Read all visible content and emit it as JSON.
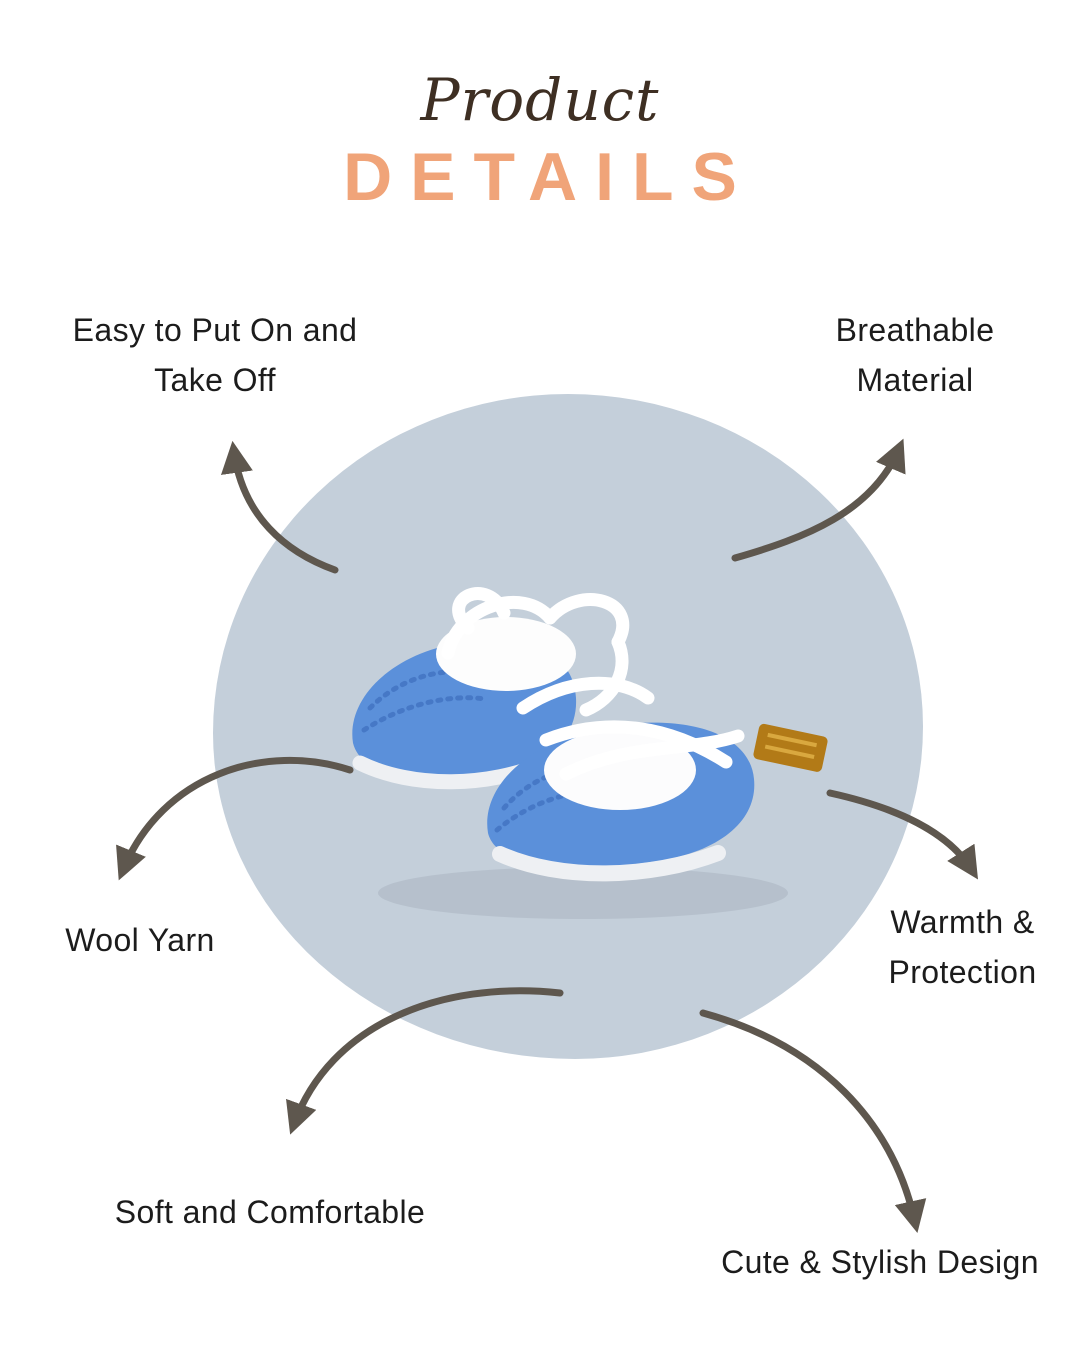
{
  "header": {
    "script_word": "Product",
    "main_word": "DETAILS"
  },
  "features": {
    "top_left": {
      "line1": "Easy to Put On and",
      "line2": "Take Off"
    },
    "top_right": {
      "line1": "Breathable",
      "line2": "Material"
    },
    "mid_left": {
      "line1": "Wool Yarn",
      "line2": ""
    },
    "mid_right": {
      "line1": "Warmth &",
      "line2": "Protection"
    },
    "bottom_left": {
      "line1": "Soft and Comfortable",
      "line2": ""
    },
    "bottom_right": {
      "line1": "Cute & Stylish Design",
      "line2": ""
    }
  },
  "product_image": {
    "description": "Blue crochet baby booties with white laces and small gold tag"
  },
  "colors": {
    "title_brown": "#3e2f23",
    "accent_orange": "#f0a479",
    "circle_blue_gray": "#c4cfda",
    "arrow_gray": "#5e574e",
    "label_black": "#1c1c1c",
    "shoe_blue": "#5b90da",
    "shoe_blue_dark": "#4678c6",
    "lace_white": "#ffffff",
    "tag_gold": "#b27a17"
  }
}
